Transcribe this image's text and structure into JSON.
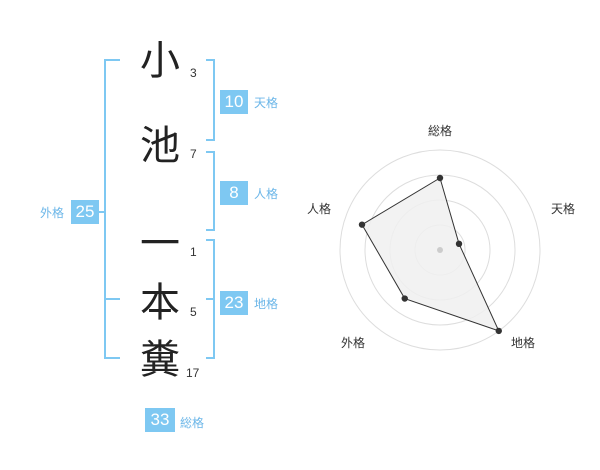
{
  "name": {
    "characters": [
      {
        "char": "小",
        "strokes": "3"
      },
      {
        "char": "池",
        "strokes": "7"
      },
      {
        "char": "一",
        "strokes": "1"
      },
      {
        "char": "本",
        "strokes": "5"
      },
      {
        "char": "糞",
        "strokes": "17"
      }
    ]
  },
  "fortunes": {
    "tenkaku": {
      "label": "天格",
      "value": "10"
    },
    "jinkaku": {
      "label": "人格",
      "value": "8"
    },
    "chikaku": {
      "label": "地格",
      "value": "23"
    },
    "gaikaku": {
      "label": "外格",
      "value": "25"
    },
    "soukaku": {
      "label": "総格",
      "value": "33"
    }
  },
  "colors": {
    "accent": "#7ec8f2",
    "accent_text": "#6bb6e8",
    "polygon_fill": "#f0f0f0",
    "grid": "#dddddd"
  },
  "chart_data": {
    "type": "radar",
    "axes": [
      "総格",
      "天格",
      "地格",
      "外格",
      "人格"
    ],
    "values": [
      0.72,
      0.2,
      1.0,
      0.6,
      0.82
    ],
    "rings": 4,
    "max": 1
  }
}
